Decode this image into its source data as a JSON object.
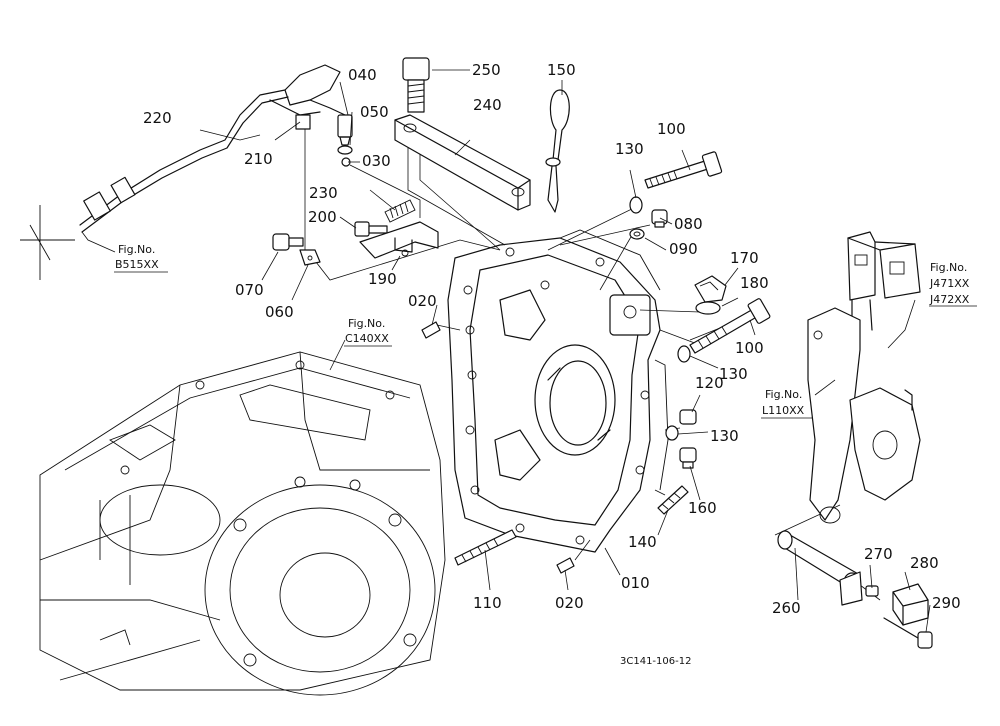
{
  "parts": [
    {
      "label": "250"
    },
    {
      "label": "150"
    },
    {
      "label": "040"
    },
    {
      "label": "050"
    },
    {
      "label": "030"
    },
    {
      "label": "220"
    },
    {
      "label": "210"
    },
    {
      "label": "240"
    },
    {
      "label": "100"
    },
    {
      "label": "130"
    },
    {
      "label": "230"
    },
    {
      "label": "080"
    },
    {
      "label": "200"
    },
    {
      "label": "090"
    },
    {
      "label": "170"
    },
    {
      "label": "180"
    },
    {
      "label": "070"
    },
    {
      "label": "190"
    },
    {
      "label": "060"
    },
    {
      "label": "020"
    },
    {
      "label": "100"
    },
    {
      "label": "130"
    },
    {
      "label": "120"
    },
    {
      "label": "130"
    },
    {
      "label": "160"
    },
    {
      "label": "140"
    },
    {
      "label": "110"
    },
    {
      "label": "020"
    },
    {
      "label": "010"
    },
    {
      "label": "260"
    },
    {
      "label": "270"
    },
    {
      "label": "280"
    },
    {
      "label": "290"
    }
  ],
  "figure_refs": [
    {
      "line1": "Fig.No.",
      "line2": "B515XX"
    },
    {
      "line1": "Fig.No.",
      "line2": "C140XX"
    },
    {
      "line1": "Fig.No.",
      "line2": "J471XX",
      "line3": "J472XX"
    },
    {
      "line1": "Fig.No.",
      "line2": "L110XX"
    }
  ],
  "diagram_code": "3C141-106-12"
}
